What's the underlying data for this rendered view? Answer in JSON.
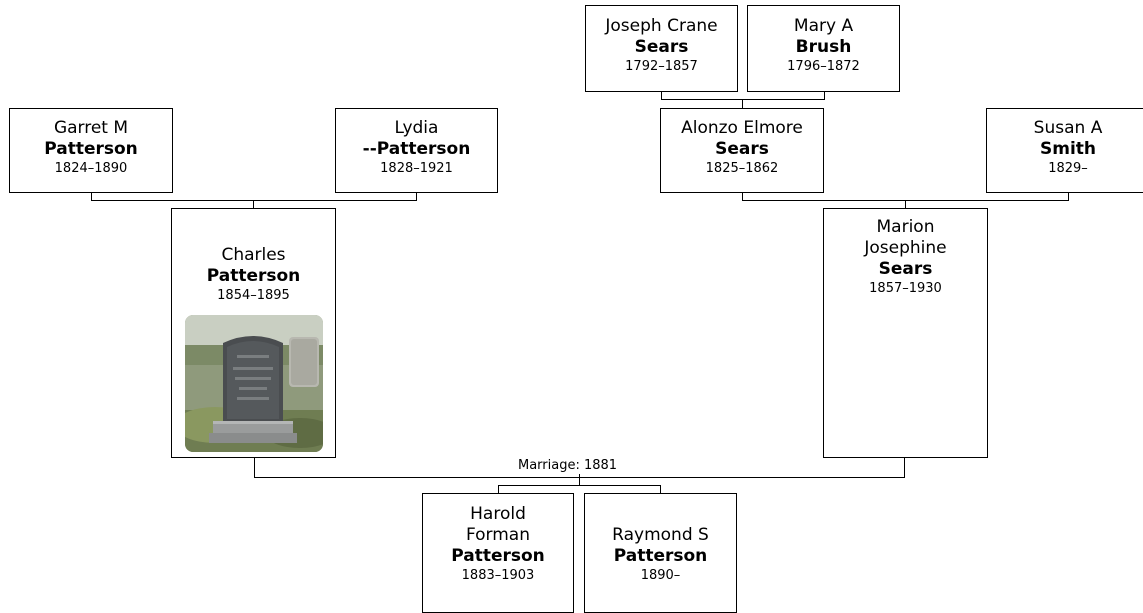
{
  "people": {
    "joseph": {
      "given": "Joseph Crane",
      "surname": "Sears",
      "dates": "1792–1857"
    },
    "mary": {
      "given": "Mary A",
      "surname": "Brush",
      "dates": "1796–1872"
    },
    "garret": {
      "given": "Garret M",
      "surname": "Patterson",
      "dates": "1824–1890"
    },
    "lydia": {
      "given": "Lydia",
      "surname": "--Patterson",
      "dates": "1828–1921"
    },
    "alonzo": {
      "given": "Alonzo Elmore",
      "surname": "Sears",
      "dates": "1825–1862"
    },
    "susan": {
      "given": "Susan A",
      "surname": "Smith",
      "dates": "1829–"
    },
    "charles": {
      "given": "Charles",
      "surname": "Patterson",
      "dates": "1854–1895"
    },
    "marion": {
      "given1": "Marion",
      "given2": "Josephine",
      "surname": "Sears",
      "dates": "1857–1930"
    },
    "harold": {
      "given1": "Harold",
      "given2": "Forman",
      "surname": "Patterson",
      "dates": "1883–1903"
    },
    "raymond": {
      "given": "Raymond S",
      "surname": "Patterson",
      "dates": "1890–"
    }
  },
  "marriage_label": "Marriage: 1881"
}
